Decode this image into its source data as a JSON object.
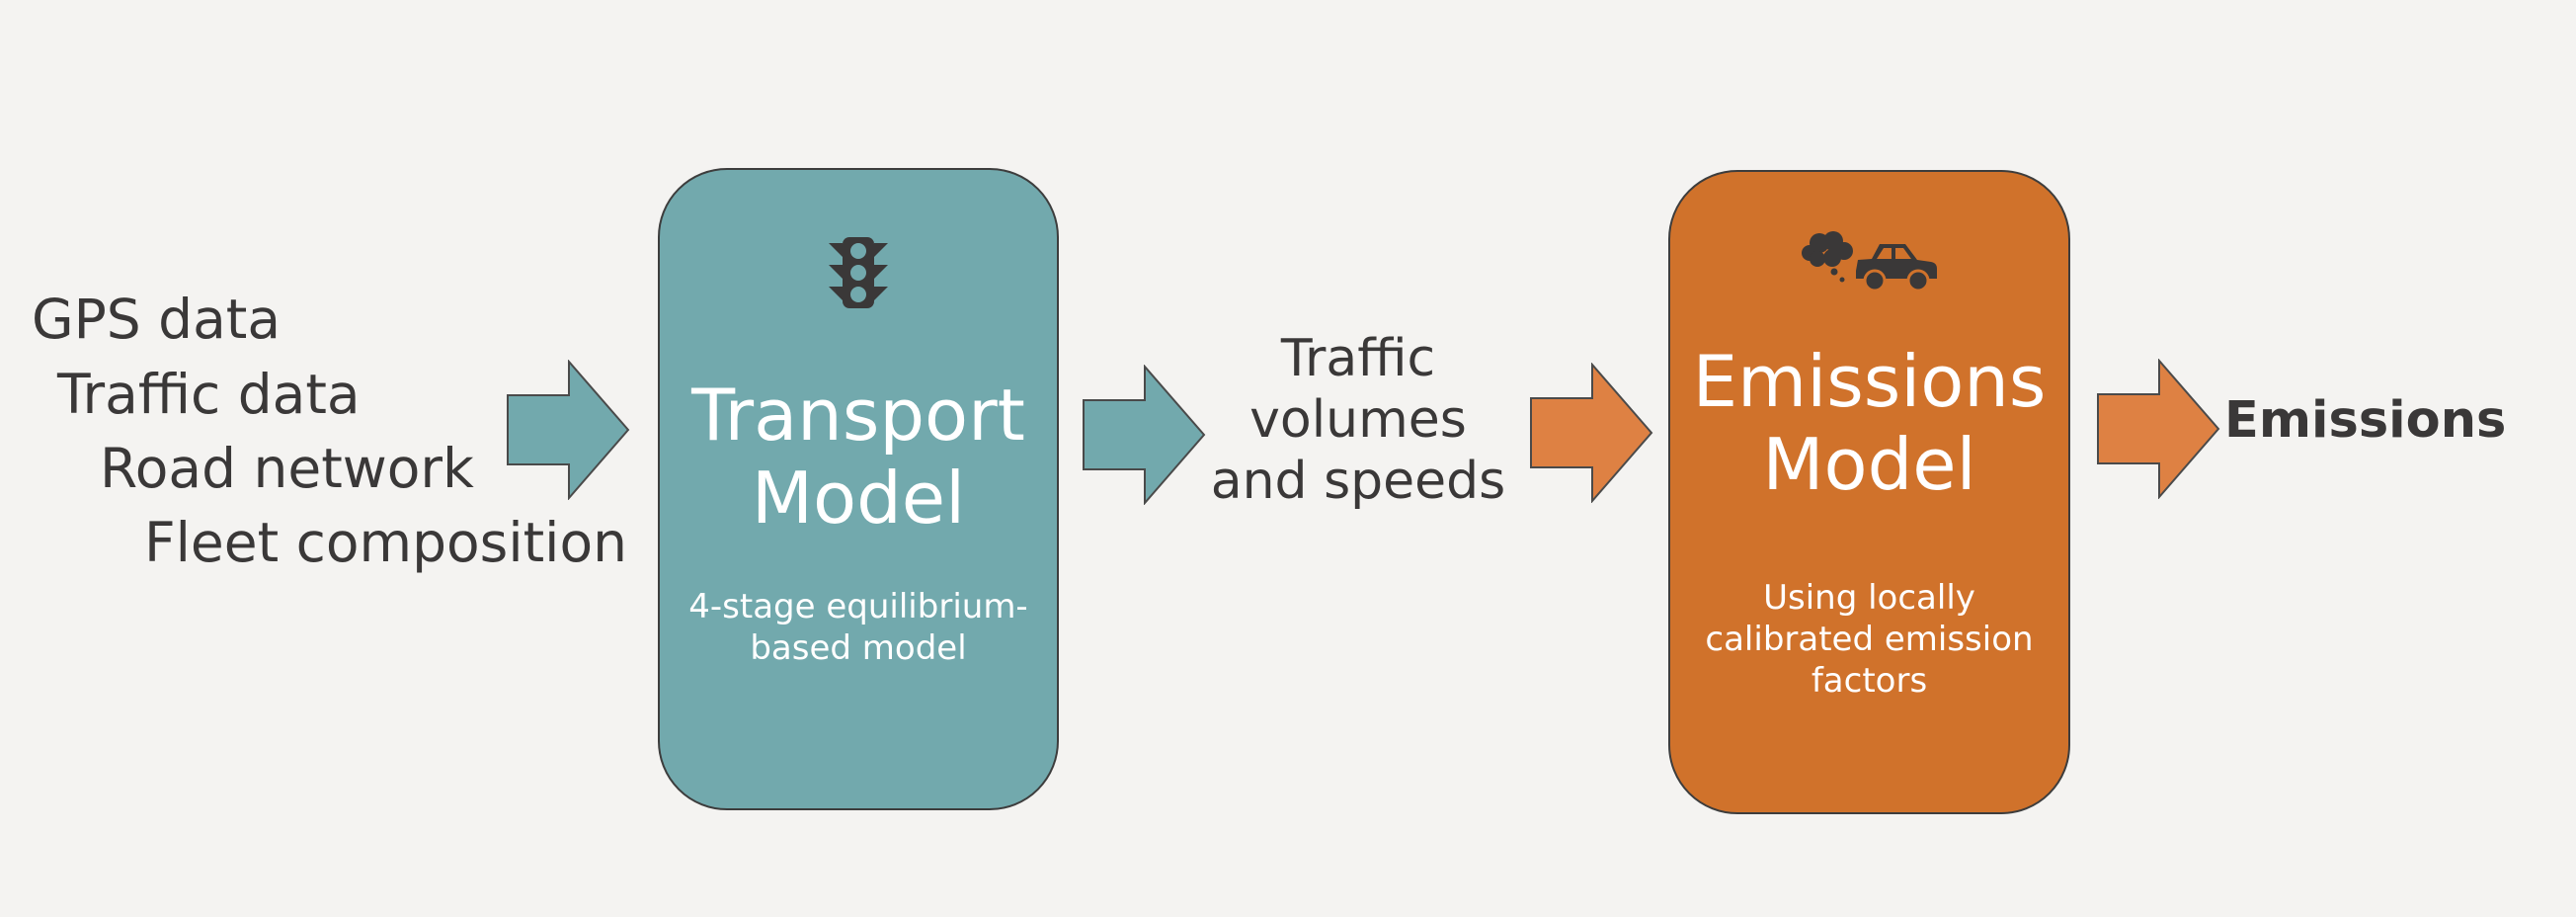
{
  "inputs": {
    "items": [
      "GPS data",
      "Traffic data",
      "Road network",
      "Fleet composition"
    ]
  },
  "transport_model": {
    "title_lines": [
      "Transport",
      "Model"
    ],
    "subtitle_lines": [
      "4-stage equilibrium-",
      "based model"
    ],
    "icon": "traffic-light-icon",
    "color": "#72a9ad"
  },
  "intermediate": {
    "lines": [
      "Traffic",
      "volumes",
      "and speeds"
    ]
  },
  "emissions_model": {
    "title_lines": [
      "Emissions",
      "Model"
    ],
    "subtitle_lines": [
      "Using locally",
      "calibrated emission",
      "factors"
    ],
    "icon": "car-exhaust-icon",
    "color": "#d0722b"
  },
  "output": {
    "label": "Emissions"
  },
  "colors": {
    "teal": "#72a9ad",
    "orange_box": "#d0722b",
    "orange_arrow": "#de8143",
    "text": "#3a3838",
    "background": "#f4f3f1"
  }
}
